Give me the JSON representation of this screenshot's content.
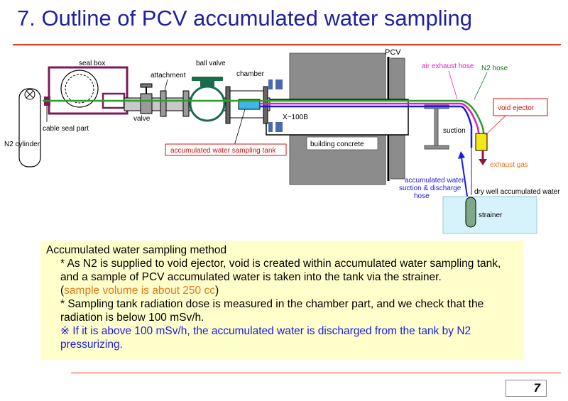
{
  "title": "7. Outline of PCV accumulated water sampling",
  "labels": {
    "pcv": "PCV",
    "air_exhaust_hose": "air exhaust hose",
    "n2_hose": "N2 hose",
    "seal_box": "seal box",
    "ball_valve": "ball valve",
    "attachment": "attachment",
    "chamber": "chamber",
    "void_ejector": "void ejector",
    "x100b": "X−100B",
    "valve": "valve",
    "cable_seal_part": "cable seal part",
    "n2_cylinder": "N2 cylinder",
    "suction": "suction",
    "building_concrete": "building concrete",
    "sampling_tank": "accumulated water sampling tank",
    "exhaust_gas": "exhaust gas",
    "suction_hose_1": "accumulated water",
    "suction_hose_2": "suction & discharge",
    "suction_hose_3": "hose",
    "dry_well_water": "dry well accumulated water",
    "strainer": "strainer"
  },
  "note": {
    "heading": "Accumulated water sampling method",
    "para1": "* As N2 is supplied to void ejector, void is created within accumulated water sampling tank, and a sample of PCV accumulated water is taken into the tank via the strainer.",
    "para1_open": "(",
    "para1_orange": "sample volume is about 250 cc",
    "para1_close": ")",
    "para2": "* Sampling tank radiation dose is measured in the chamber part, and we check that the radiation is below 100 mSv/h.",
    "para3": "※  If it is above 100 mSv/h, the accumulated water is discharged from the tank by N2 pressurizing."
  },
  "page_number": "7",
  "colors": {
    "title": "#1f1f9f",
    "rule": "#e23a1a",
    "note_bg": "#ffffcc",
    "orange": "#e8761a",
    "blue_text": "#1a1adf",
    "n2_hose": "#2aa02a",
    "air_hose": "#e020c0",
    "water_hose": "#1a1adf",
    "seal_box": "#7a1a5a",
    "red_label": "#d01010"
  }
}
